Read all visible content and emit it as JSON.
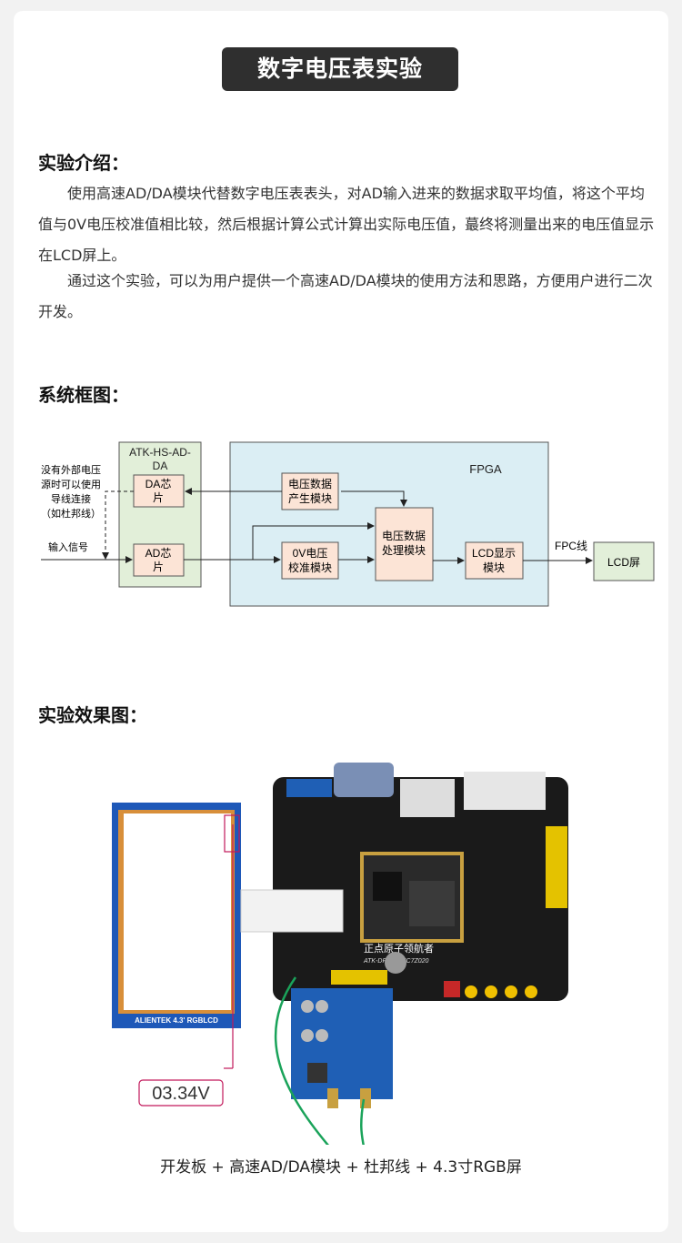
{
  "title": "数字电压表实验",
  "sections": {
    "intro": {
      "heading": "实验介绍：",
      "paragraphs": [
        "使用高速AD/DA模块代替数字电压表表头，对AD输入进来的数据求取平均值，将这个平均值与0V电压校准值相比较，然后根据计算公式计算出实际电压值，蕞终将测量出来的电压值显示在LCD屏上。",
        "通过这个实验，可以为用户提供一个高速AD/DA模块的使用方法和思路，方便用户进行二次开发。"
      ]
    },
    "block_diagram": {
      "heading": "系统框图：",
      "module_label_line1": "ATK-HS-AD-",
      "module_label_line2": "DA",
      "fpga_label": "FPGA",
      "da_chip_line1": "DA芯",
      "da_chip_line2": "片",
      "ad_chip_line1": "AD芯",
      "ad_chip_line2": "片",
      "note_lines": [
        "没有外部电压",
        "源时可以使用",
        "导线连接",
        "（如杜邦线）"
      ],
      "input_signal": "输入信号",
      "voltage_gen_line1": "电压数据",
      "voltage_gen_line2": "产生模块",
      "calib_line1": "0V电压",
      "calib_line2": "校准模块",
      "process_line1": "电压数据",
      "process_line2": "处理模块",
      "lcd_disp_line1": "LCD显示",
      "lcd_disp_line2": "模块",
      "fpc_label": "FPC线",
      "lcd_screen": "LCD屏"
    },
    "result": {
      "heading": "实验效果图：",
      "lcd_brand": "ALIENTEK  4.3'  RGBLCD",
      "voltage_reading": "03.34V",
      "board_label": "正点原子领航者",
      "board_model": "ATK-DFPGA-XC7Z020",
      "caption": "开发板 + 高速AD/DA模块 + 杜邦线 + 4.3寸RGB屏"
    }
  },
  "colors": {
    "badge_bg": "#2f2f2f",
    "fpga_bg": "#dbeef4",
    "module_bg": "#e2efd9",
    "block_bg": "#fce4d6",
    "pcb_black": "#1a1a1a",
    "pcb_blue": "#1f5fb5",
    "lcd_blue": "#1e58b8",
    "reading_border": "#c2185b"
  }
}
